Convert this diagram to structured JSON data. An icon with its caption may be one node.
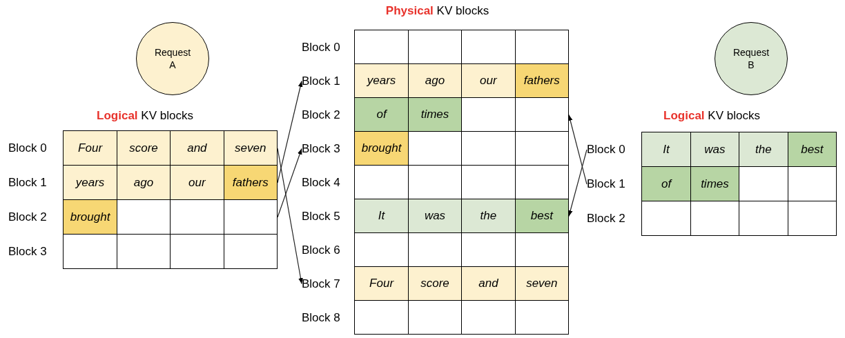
{
  "diagram": {
    "nodes": [
      {
        "text": [
          "Request A"
        ]
      },
      {
        "text": [
          "**Logical** KV blocks"
        ]
      },
      {
        "text": [
          "Four",
          "score",
          "and",
          "seven"
        ],
        "in": 1,
        "beside": [
          "Block 0"
        ]
      },
      {
        "text": [
          "years",
          "ago",
          "our",
          "fathers"
        ],
        "in": 1,
        "beside": [
          "Block 1"
        ]
      },
      {
        "text": [
          "brought"
        ],
        "in": 1,
        "beside": [
          "Block 2"
        ]
      },
      {
        "text": [],
        "shape": "box",
        "in": 1,
        "beside": [
          "Block 3"
        ]
      },
      {
        "text": [
          "**Physical** KV blocks"
        ]
      },
      {
        "text": [],
        "shape": "box",
        "in": 6,
        "beside": [
          "Block 0"
        ]
      },
      {
        "text": [
          "years",
          "ago",
          "our",
          "fathers"
        ],
        "in": 6,
        "beside": [
          "Block 1"
        ]
      },
      {
        "text": [
          "of",
          "times"
        ],
        "in": 6,
        "beside": [
          "Block 2"
        ]
      },
      {
        "text": [
          "brought"
        ],
        "in": 6,
        "beside": [
          "Block 3"
        ]
      },
      {
        "text": [],
        "shape": "box",
        "in": 6,
        "beside": [
          "Block 4"
        ]
      },
      {
        "text": [
          "It",
          "was",
          "the",
          "best"
        ],
        "in": 6,
        "beside": [
          "Block 5"
        ]
      },
      {
        "text": [],
        "shape": "box",
        "in": 6,
        "beside": [
          "Block 6"
        ]
      },
      {
        "text": [
          "Four",
          "score",
          "and",
          "seven"
        ],
        "in": 6,
        "beside": [
          "Block 7"
        ]
      },
      {
        "text": [],
        "shape": "box",
        "in": 6,
        "beside": [
          "Block 8"
        ]
      },
      {
        "text": [
          "Request B"
        ]
      },
      {
        "text": [
          "**Logical** KV blocks"
        ]
      },
      {
        "text": [
          "It",
          "was",
          "the",
          "best"
        ],
        "in": 17,
        "beside": [
          "Block 0"
        ]
      },
      {
        "text": [
          "of",
          "times"
        ],
        "in": 17,
        "beside": [
          "Block 1"
        ]
      },
      {
        "text": [],
        "shape": "box",
        "in": 17,
        "beside": [
          "Block 2"
        ]
      }
    ],
    "edges": [
      {
        "from": 2,
        "to": 14,
        "arrow": "to"
      },
      {
        "from": 3,
        "to": 8,
        "arrow": "to"
      },
      {
        "from": 4,
        "to": 10,
        "arrow": "to"
      },
      {
        "from": 18,
        "to": 12,
        "arrow": "to"
      },
      {
        "from": 19,
        "to": 9,
        "arrow": "to"
      }
    ]
  }
}
